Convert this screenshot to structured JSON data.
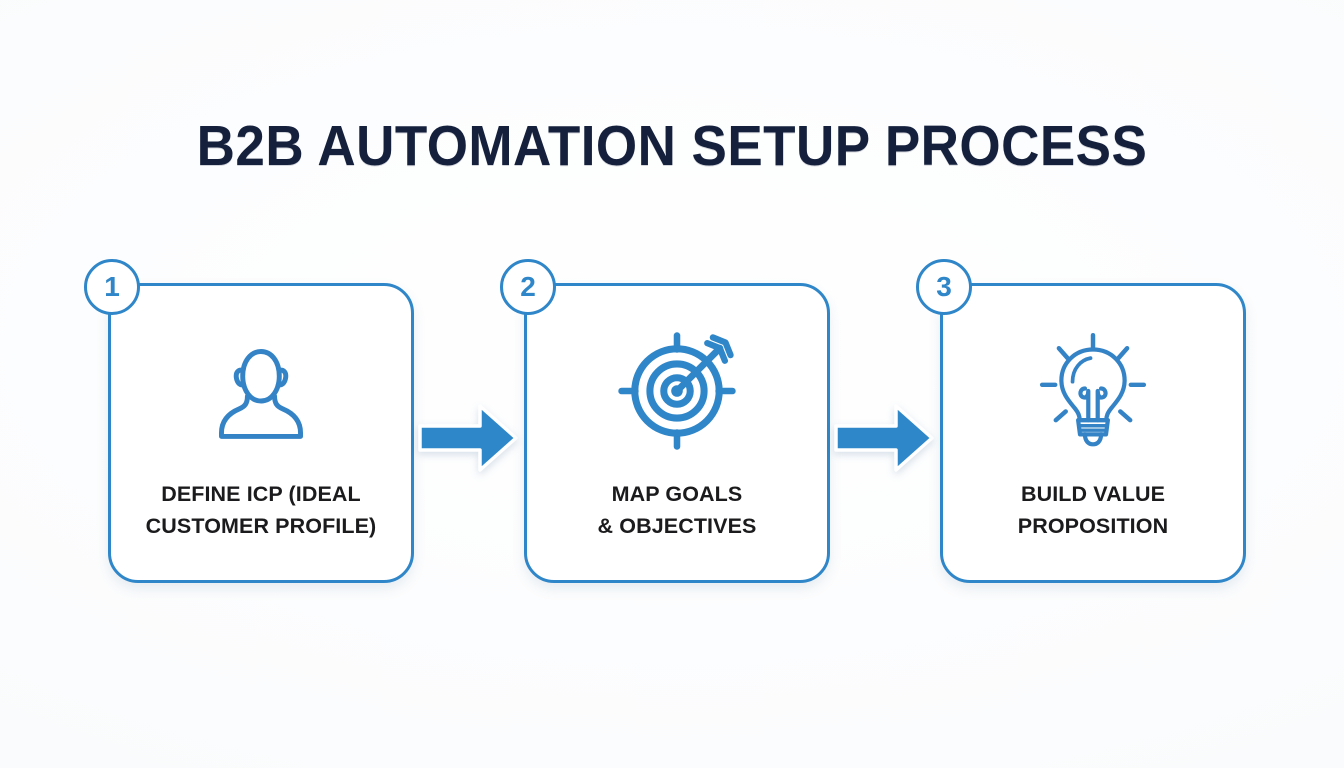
{
  "page": {
    "title": "B2B AUTOMATION SETUP PROCESS",
    "background_color": "#fbfcfd"
  },
  "colors": {
    "title_navy": "#14203c",
    "accent_blue": "#2f86c8",
    "arrow_blue": "#2d87c9",
    "label_text": "#1b1b1d",
    "card_fill": "#ffffff"
  },
  "flow": {
    "steps": [
      {
        "number": "1",
        "icon": "person-icon",
        "label_line1": "DEFINE ICP (IDEAL",
        "label_line2": "CUSTOMER PROFILE)"
      },
      {
        "number": "2",
        "icon": "target-arrow-icon",
        "label_line1": "MAP GOALS",
        "label_line2": "& OBJECTIVES"
      },
      {
        "number": "3",
        "icon": "lightbulb-icon",
        "label_line1": "BUILD VALUE",
        "label_line2": "PROPOSITION"
      }
    ],
    "connectors": [
      {
        "icon": "arrow-right-icon"
      },
      {
        "icon": "arrow-right-icon"
      }
    ]
  }
}
